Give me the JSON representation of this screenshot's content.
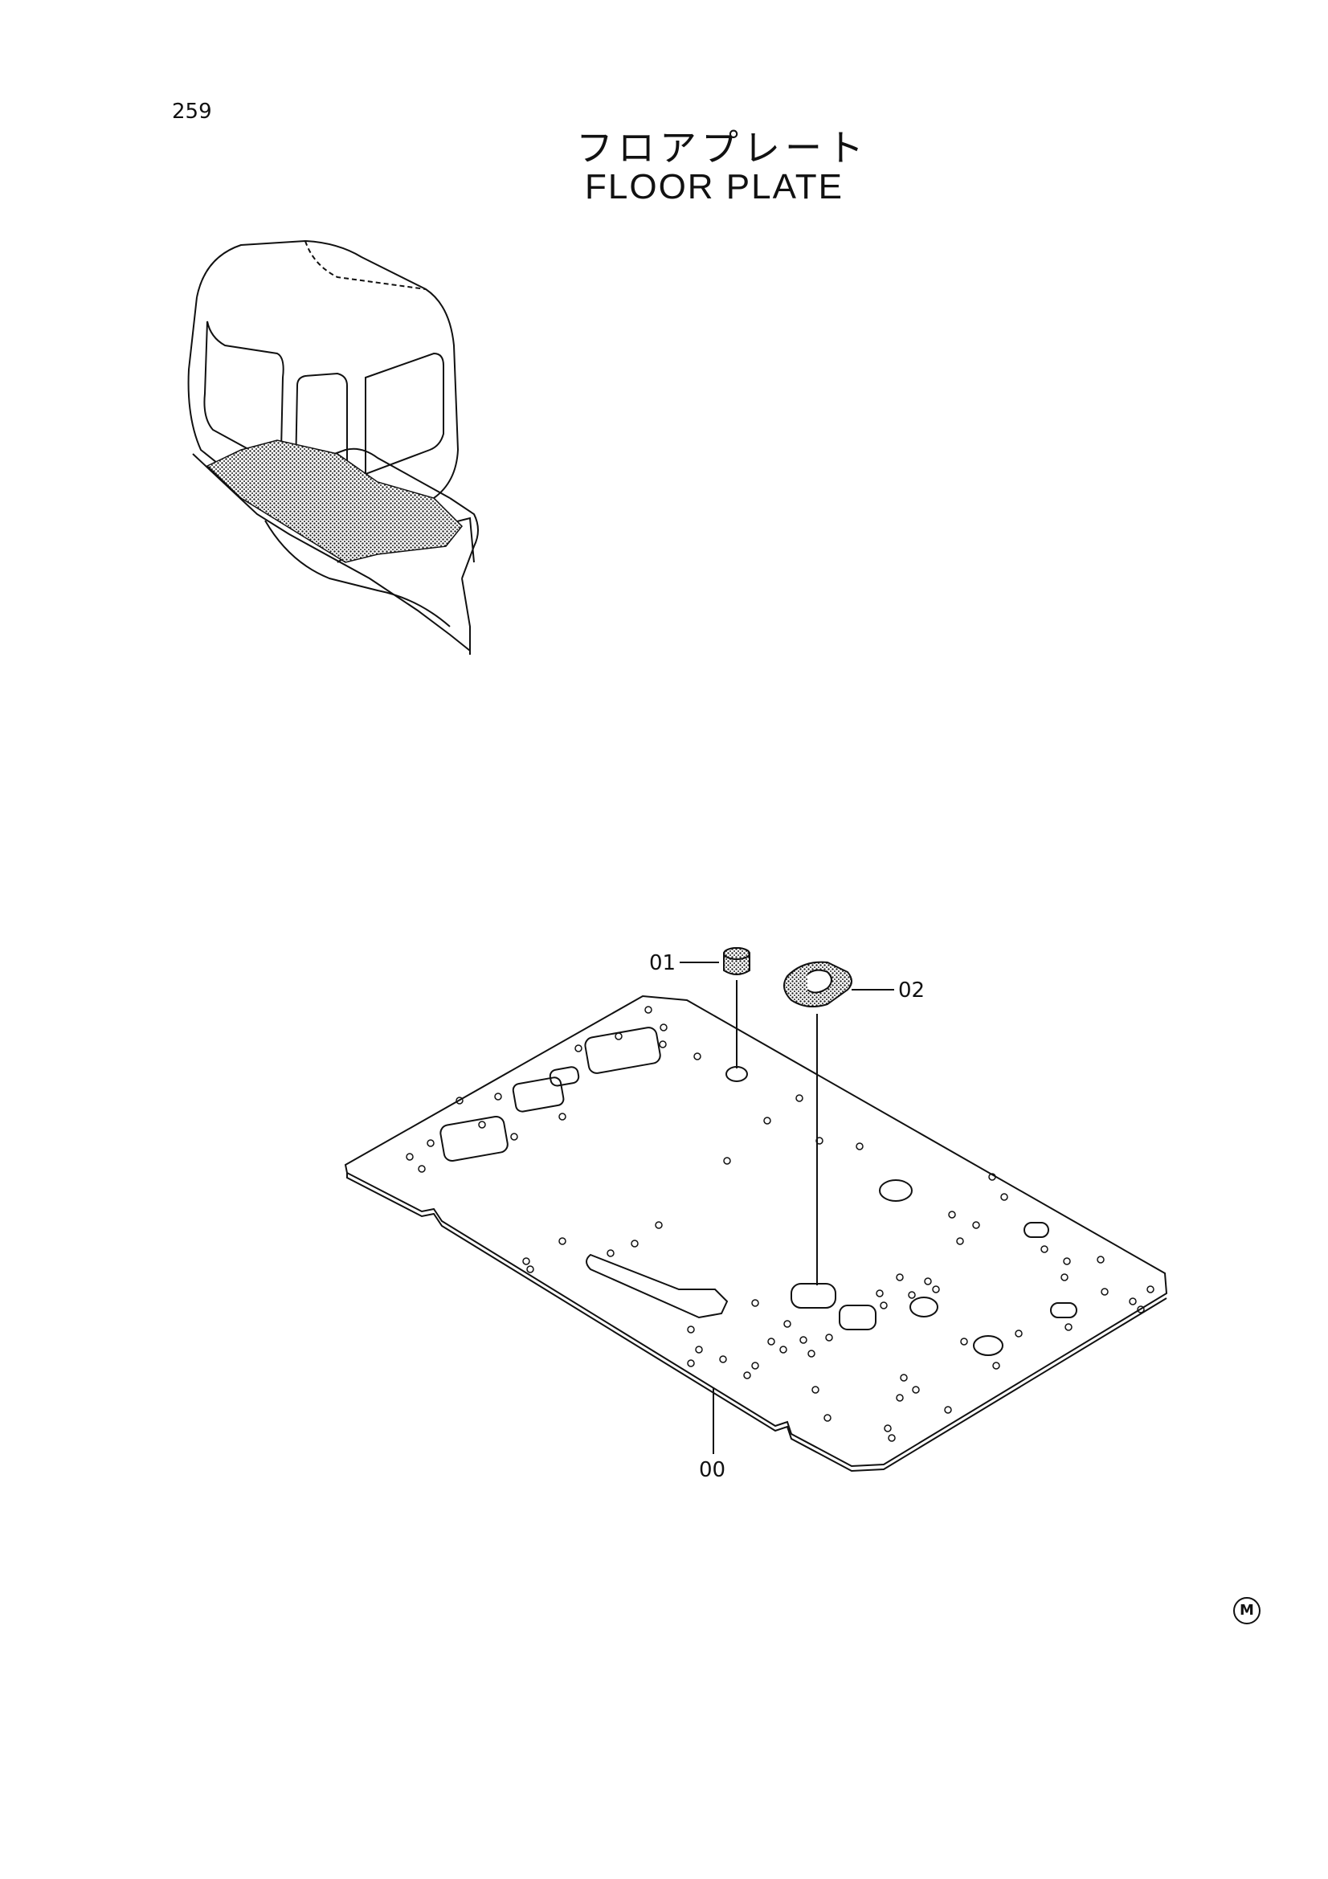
{
  "page": {
    "number": "259",
    "title_jp": "フロアプレート",
    "title_en": "FLOOR PLATE"
  },
  "callouts": {
    "part_00": "00",
    "part_01": "01",
    "part_02": "02"
  },
  "footer_mark": "M",
  "colors": {
    "ink": "#111111",
    "paper": "#ffffff",
    "hatch": "#333333"
  }
}
